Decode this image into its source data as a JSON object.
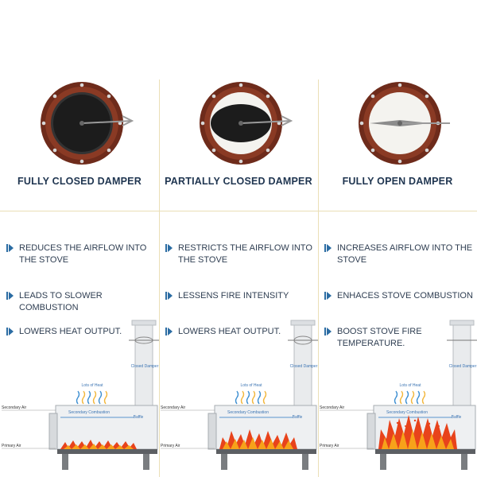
{
  "columns": [
    {
      "title": "FULLY CLOSED DAMPER",
      "state": "closed",
      "bullets": [
        "REDUCES THE AIRFLOW INTO THE STOVE",
        "LEADS TO SLOWER COMBUSTION",
        "LOWERS HEAT OUTPUT."
      ],
      "fire_level": 0.2
    },
    {
      "title": "PARTIALLY CLOSED DAMPER",
      "state": "partial",
      "bullets": [
        "RESTRICTS THE AIRFLOW INTO THE STOVE",
        "LESSENS FIRE INTENSITY",
        "LOWERS HEAT OUTPUT."
      ],
      "fire_level": 0.5
    },
    {
      "title": "FULLY OPEN DAMPER",
      "state": "open",
      "bullets": [
        "INCREASES AIRFLOW INTO THE STOVE",
        "ENHACES STOVE COMBUSTION",
        "BOOST STOVE FIRE TEMPERATURE."
      ],
      "fire_level": 0.9
    }
  ],
  "stove_labels": {
    "secondary_air": "Secondary Air",
    "primary_air": "Primary Air",
    "lots_of_heat": "Lots of Heat",
    "secondary_combustion": "Secondary Combustion",
    "baffle": "Baffle",
    "closed_damper": "Closed Damper"
  },
  "colors": {
    "title": "#1f3550",
    "text": "#2f3e52",
    "arrow": "#2b6ca3",
    "divider": "#eadfb6",
    "ring": "#7a3220",
    "flame_outer": "#e8431b",
    "flame_inner": "#f7a21a"
  }
}
